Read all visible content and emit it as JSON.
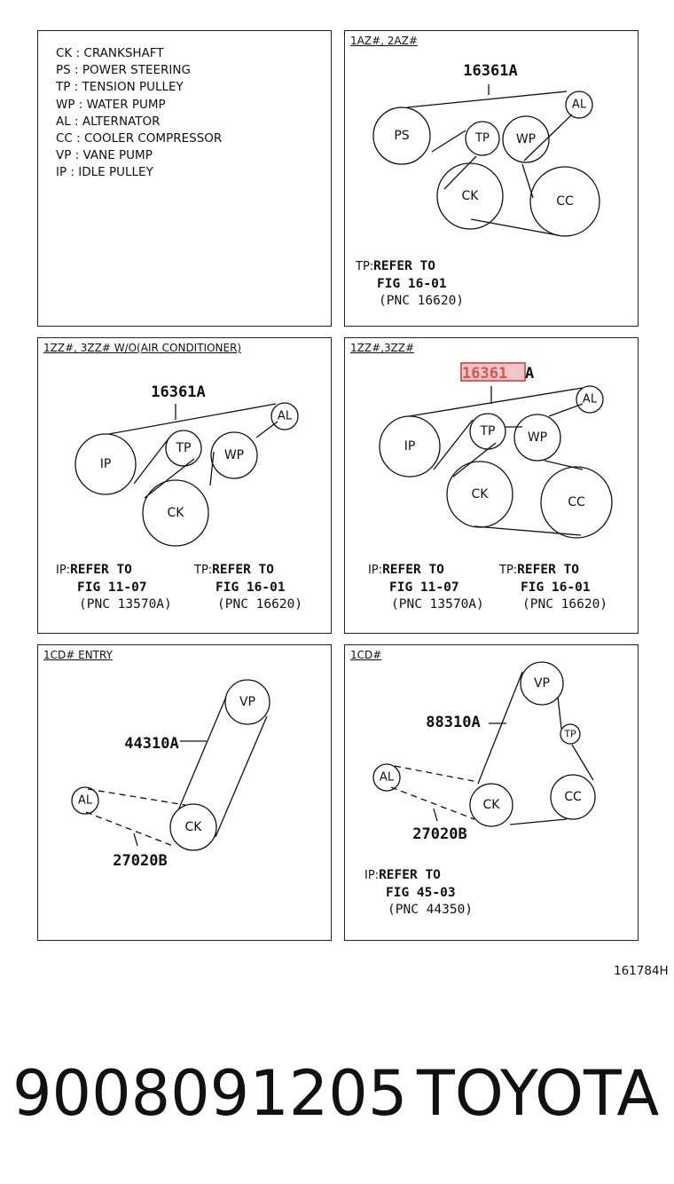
{
  "legend": [
    "CK : CRANKSHAFT",
    "PS : POWER STEERING",
    "TP : TENSION PULLEY",
    "WP : WATER PUMP",
    "AL : ALTERNATOR",
    "CC : COOLER COMPRESSOR",
    "VP : VANE PUMP",
    "IP : IDLE PULLEY"
  ],
  "panels": {
    "p1": {
      "title": "1AZ#, 2AZ#",
      "part": "16361A",
      "labels": {
        "ps": "PS",
        "al": "AL",
        "tp": "TP",
        "wp": "WP",
        "ck": "CK",
        "cc": "CC"
      },
      "note": {
        "prefix": "TP:",
        "l1": "REFER  TO",
        "l2": "FIG  16-01",
        "l3": "(PNC  16620)"
      }
    },
    "p2": {
      "title": "1ZZ#, 3ZZ#  W/O(AIR CONDITIONER)",
      "part": "16361A",
      "labels": {
        "ip": "IP",
        "al": "AL",
        "tp": "TP",
        "wp": "WP",
        "ck": "CK"
      },
      "note1": {
        "prefix": "IP:",
        "l1": "REFER  TO",
        "l2": "FIG  11-07",
        "l3": "(PNC  13570A)"
      },
      "note2": {
        "prefix": "TP:",
        "l1": "REFER  TO",
        "l2": "FIG  16-01",
        "l3": "(PNC  16620)"
      }
    },
    "p3": {
      "title": "1ZZ#,3ZZ#",
      "part_a": "16361",
      "part_b": "A",
      "labels": {
        "ip": "IP",
        "al": "AL",
        "tp": "TP",
        "wp": "WP",
        "ck": "CK",
        "cc": "CC"
      },
      "note1": {
        "prefix": "IP:",
        "l1": "REFER  TO",
        "l2": "FIG  11-07",
        "l3": "(PNC  13570A)"
      },
      "note2": {
        "prefix": "TP:",
        "l1": "REFER  TO",
        "l2": "FIG  16-01",
        "l3": "(PNC  16620)"
      }
    },
    "p4": {
      "title": "1CD#  ENTRY",
      "part1": "44310A",
      "part2": "27020B",
      "labels": {
        "vp": "VP",
        "al": "AL",
        "ck": "CK"
      }
    },
    "p5": {
      "title": "1CD#",
      "part1": "88310A",
      "part2": "27020B",
      "labels": {
        "vp": "VP",
        "tp": "TP",
        "al": "AL",
        "ck": "CK",
        "cc": "CC"
      },
      "note": {
        "prefix": "IP:",
        "l1": "REFER  TO",
        "l2": "FIG  45-03",
        "l3": "(PNC  44350)"
      }
    }
  },
  "illustration_number": "161784H",
  "footer": {
    "part_number": "9008091205",
    "brand": "TOYOTA"
  },
  "highlight_color": "#d9534f"
}
